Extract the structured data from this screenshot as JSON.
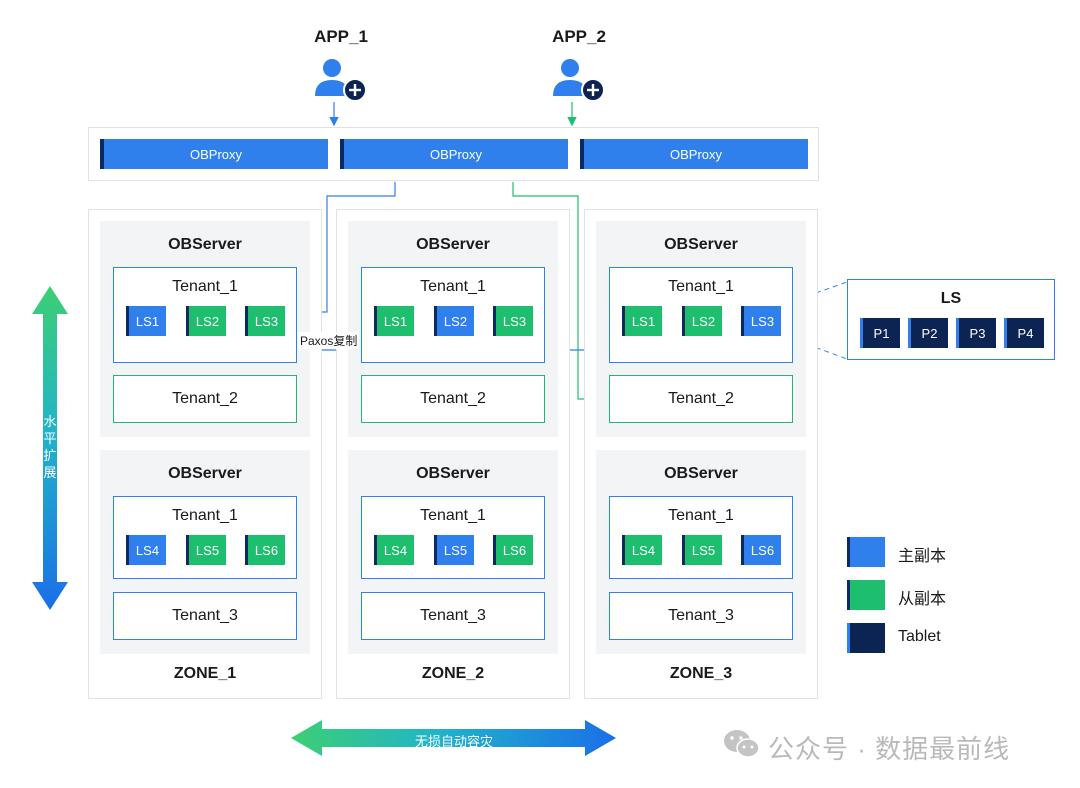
{
  "apps": [
    {
      "label": "APP_1"
    },
    {
      "label": "APP_2"
    }
  ],
  "proxies": [
    "OBProxy",
    "OBProxy",
    "OBProxy"
  ],
  "server_title": "OBServer",
  "zones": [
    {
      "label": "ZONE_1",
      "top_server": {
        "tenant1": "Tenant_1",
        "ls": [
          "LS1",
          "LS2",
          "LS3"
        ],
        "tenant2": "Tenant_2"
      },
      "bottom_server": {
        "tenant1": "Tenant_1",
        "ls": [
          "LS4",
          "LS5",
          "LS6"
        ],
        "tenant3": "Tenant_3"
      }
    },
    {
      "label": "ZONE_2",
      "top_server": {
        "tenant1": "Tenant_1",
        "ls": [
          "LS1",
          "LS2",
          "LS3"
        ],
        "tenant2": "Tenant_2"
      },
      "bottom_server": {
        "tenant1": "Tenant_1",
        "ls": [
          "LS4",
          "LS5",
          "LS6"
        ],
        "tenant3": "Tenant_3"
      }
    },
    {
      "label": "ZONE_3",
      "top_server": {
        "tenant1": "Tenant_1",
        "ls": [
          "LS1",
          "LS2",
          "LS3"
        ],
        "tenant2": "Tenant_2"
      },
      "bottom_server": {
        "tenant1": "Tenant_1",
        "ls": [
          "LS4",
          "LS5",
          "LS6"
        ],
        "tenant3": "Tenant_3"
      }
    }
  ],
  "paxos_label": "Paxos复制",
  "ls_detail": {
    "title": "LS",
    "partitions": [
      "P1",
      "P2",
      "P3",
      "P4"
    ]
  },
  "legend": [
    {
      "label": "主副本",
      "color": "#2f80ed"
    },
    {
      "label": "从副本",
      "color": "#1dbf6f"
    },
    {
      "label": "Tablet",
      "color": "#0c2454"
    }
  ],
  "vertical_arrow_label": "水平扩展",
  "horizontal_arrow_label": "无损自动容灾",
  "watermark": "公众号 · 数据最前线",
  "colors": {
    "leader": "#2f80ed",
    "follower": "#1dbf6f",
    "tablet": "#0c2454",
    "app1_arrow": "#2f80ed",
    "app2_arrow": "#1dbf6f"
  }
}
